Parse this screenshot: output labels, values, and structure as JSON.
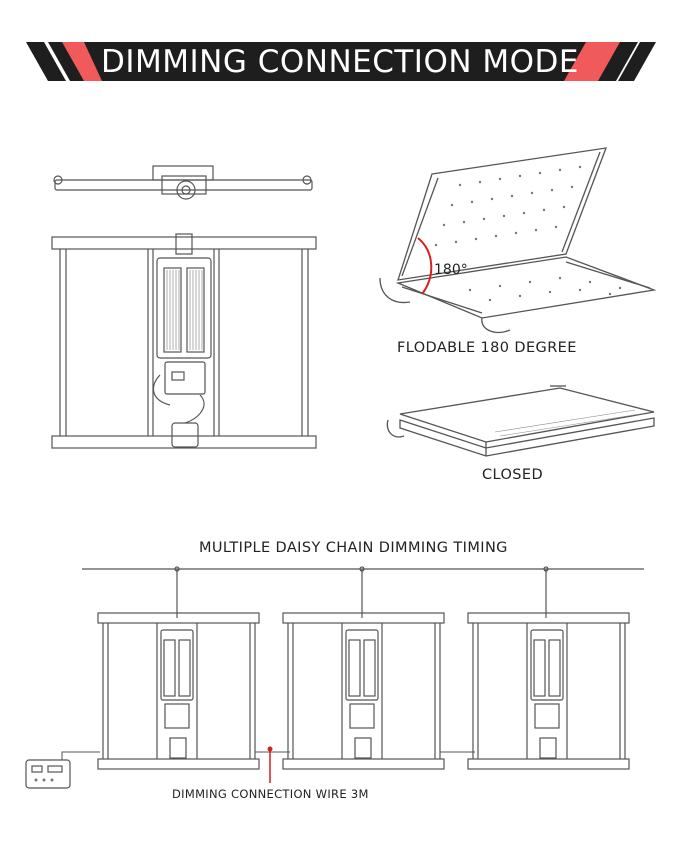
{
  "banner": {
    "title": "DIMMING CONNECTION MODE",
    "accent_color": "#f05a5a",
    "bar_color": "#1e1e1e"
  },
  "fold_view": {
    "angle_label": "180°",
    "caption": "FLODABLE 180 DEGREE",
    "angle_color": "#d81e1e"
  },
  "closed_view": {
    "caption": "CLOSED"
  },
  "chain": {
    "title": "MULTIPLE DAISY CHAIN DIMMING TIMING",
    "wire_label": "DIMMING CONNECTION WIRE 3M",
    "wire_color": "#d81e1e"
  }
}
